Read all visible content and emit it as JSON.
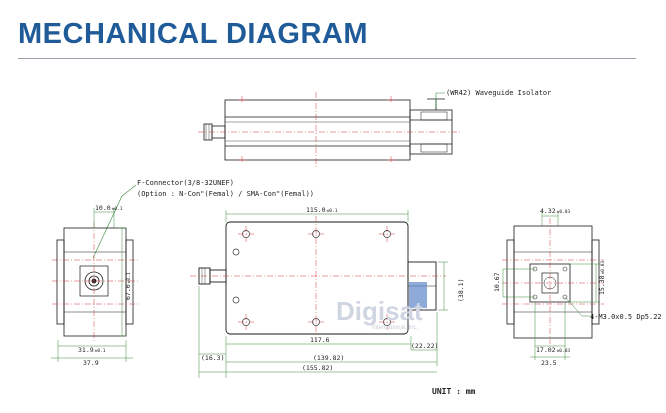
{
  "page": {
    "title": "MECHANICAL DIAGRAM"
  },
  "callouts": {
    "isolator": "(WR42) Waveguide Isolator",
    "connector_line1": "F-Connector(3/8-32UNEF)",
    "connector_line2": "(Option : N-Con\"(Femal) / SMA-Con\"(Femal))",
    "screw": "4-M3.0x0.5 Dp5.22"
  },
  "left_view": {
    "dim_top": "10.0",
    "dim_top_tol": "±0.1",
    "dim_height": "67.0",
    "dim_height_tol": "±0.1",
    "dim_bottom_a": "31.9",
    "dim_bottom_a_tol": "±0.1",
    "dim_bottom_b": "37.9"
  },
  "front_view": {
    "dim_top": "115.0",
    "dim_top_tol": "±0.1",
    "dim_inner": "117.6",
    "dim_flange_height": "(38.1)",
    "dim_flange_width": "(22.22)",
    "dim_left_offset": "(16.3)",
    "dim_overall_a": "(139.82)",
    "dim_overall_b": "(155.82)"
  },
  "right_view": {
    "dim_top": "4.32",
    "dim_top_tol": "±0.03",
    "dim_left": "10.67",
    "dim_right": "15.38",
    "dim_right_tol": "±0.03",
    "dim_bottom_a": "17.02",
    "dim_bottom_a_tol": "±0.03",
    "dim_bottom_b": "23.5"
  },
  "footer": {
    "unit": "UNIT : mm"
  },
  "watermark": {
    "brand": "Digisat",
    "subtitle": "International, Inc."
  },
  "colors": {
    "title": "#1f5a99",
    "outline": "#1a1a1a",
    "centerline": "#d23a3a",
    "dimension": "#3a8a3a",
    "hole": "#333333"
  }
}
